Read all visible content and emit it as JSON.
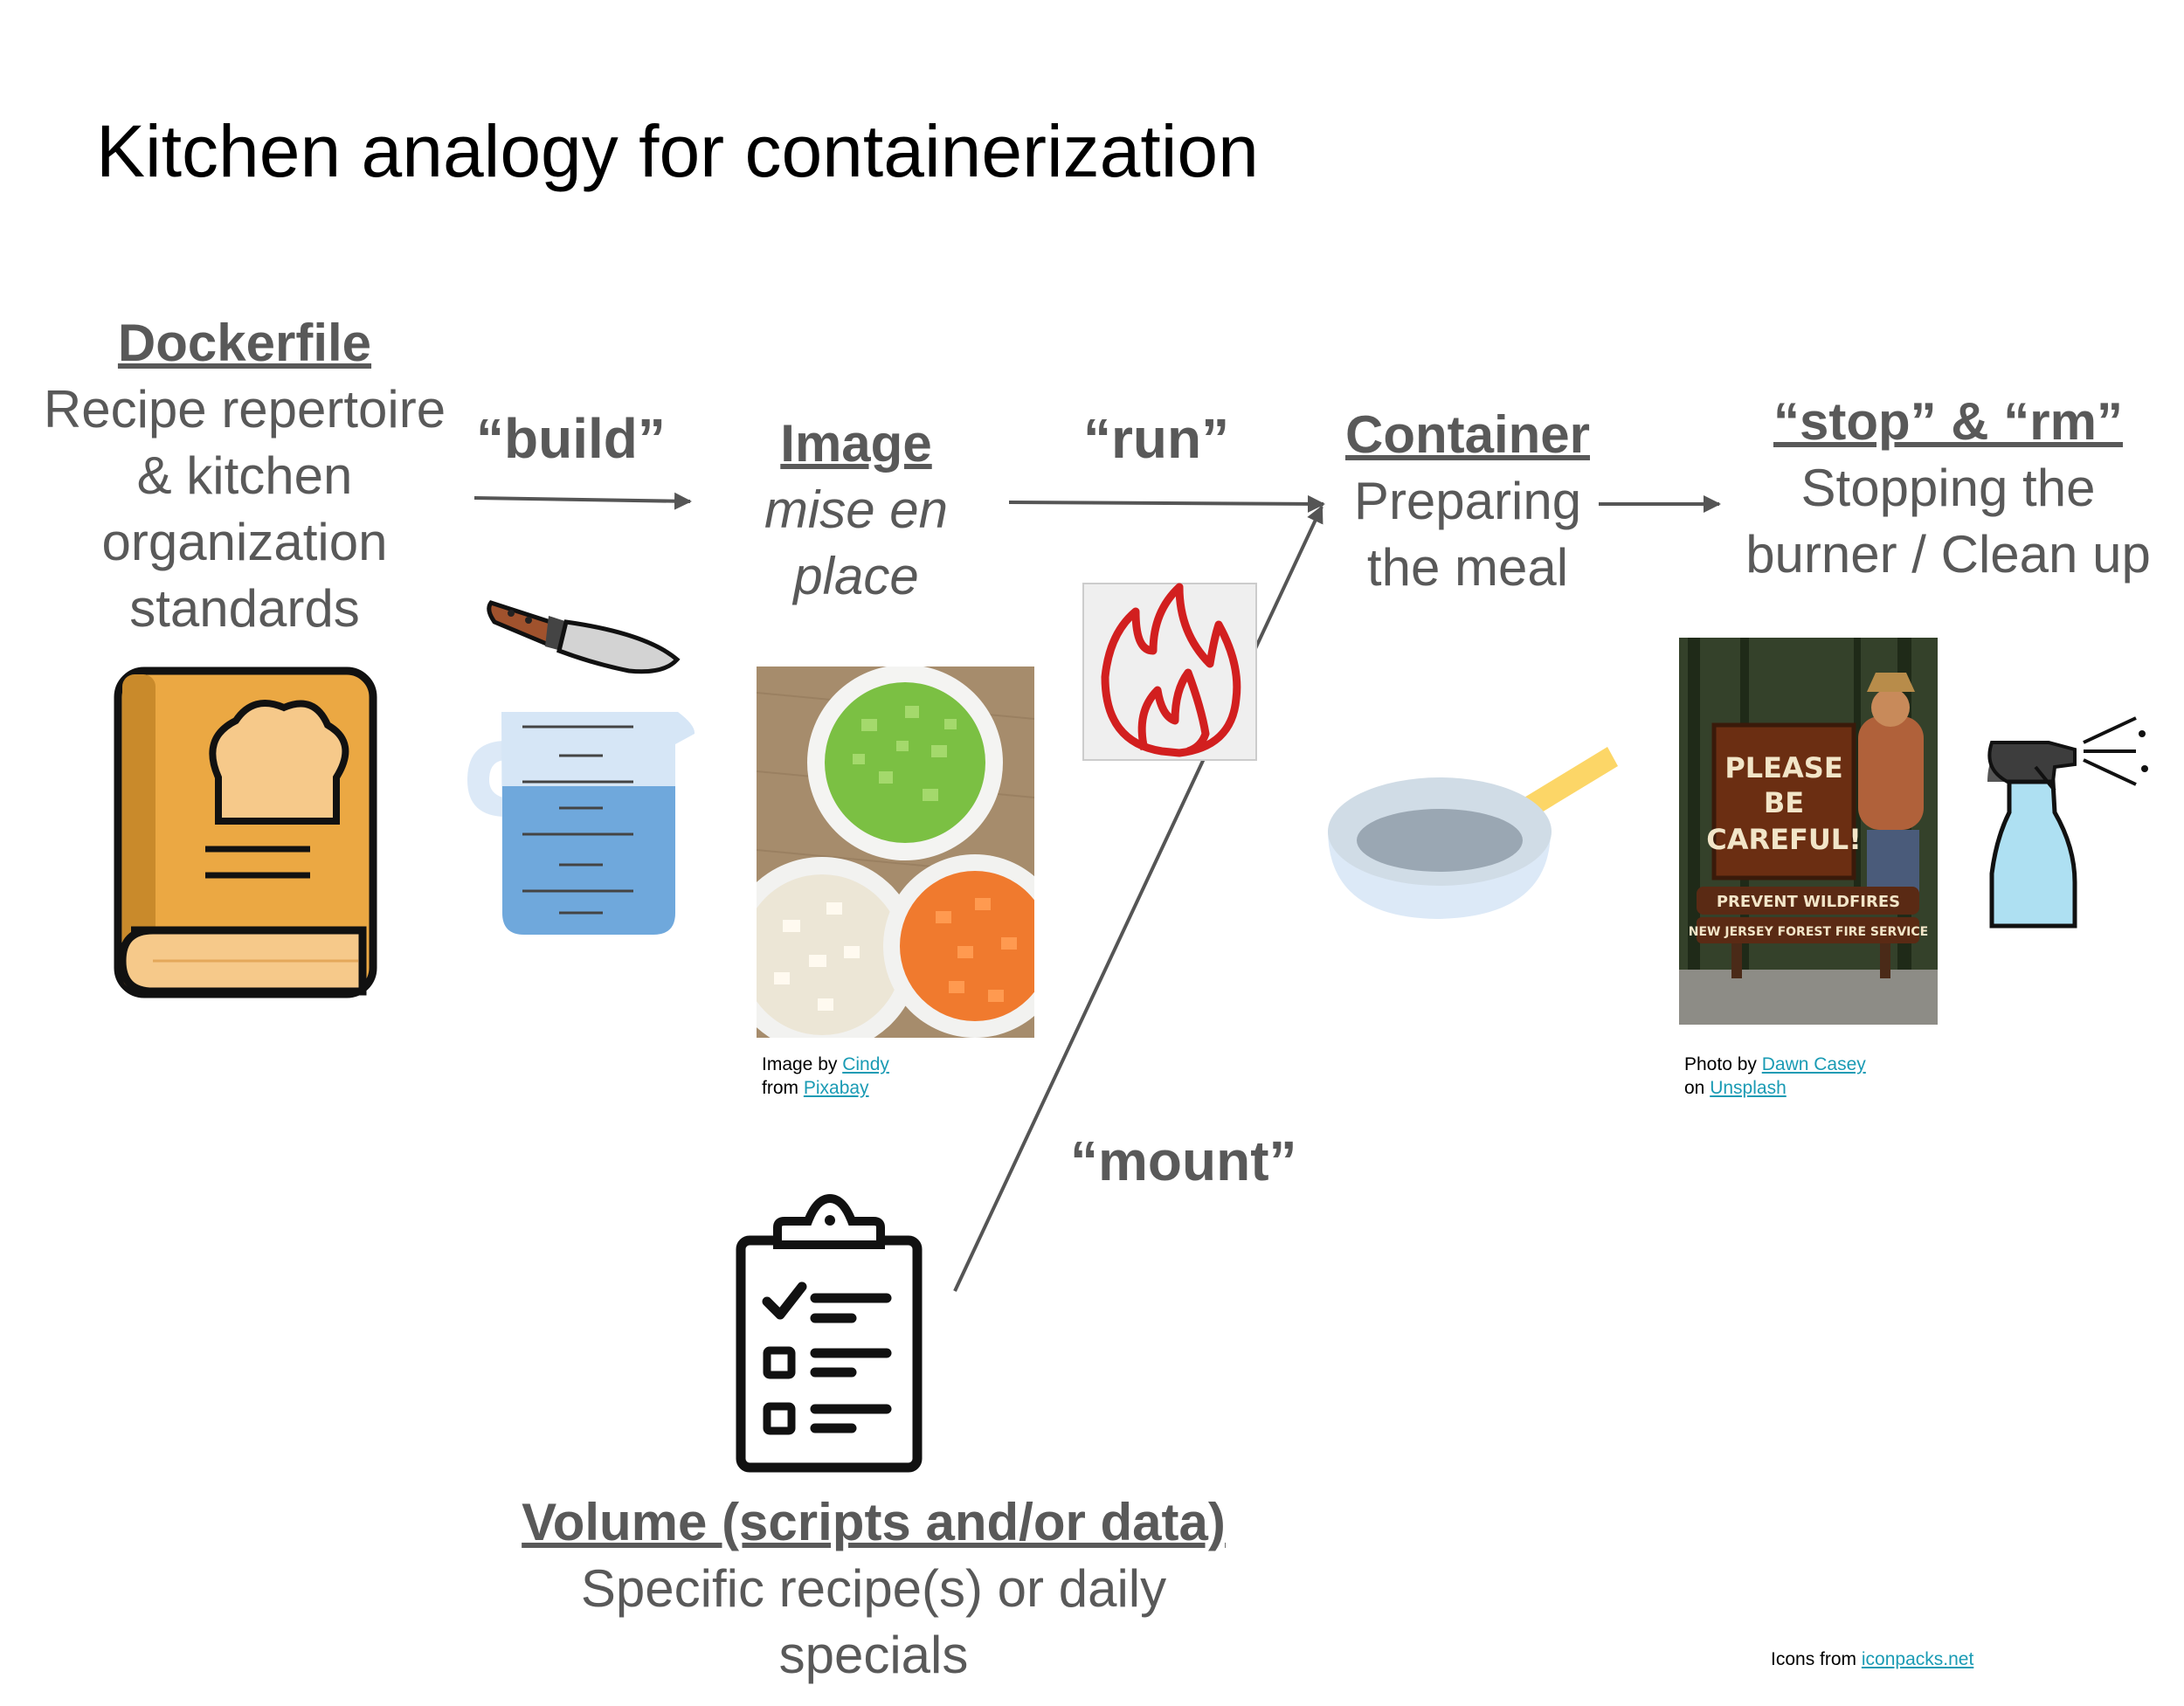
{
  "title": "Kitchen analogy for containerization",
  "nodes": {
    "dockerfile": {
      "heading": "Dockerfile",
      "lines": [
        "Recipe repertoire",
        "& kitchen",
        "organization",
        "standards"
      ]
    },
    "image": {
      "heading": "Image",
      "lines": [
        "mise en",
        "place"
      ]
    },
    "container": {
      "heading": "Container",
      "lines": [
        "Preparing",
        "the meal"
      ]
    },
    "stop": {
      "heading": "“stop” & “rm”",
      "lines": [
        "Stopping the",
        "burner / Clean up"
      ]
    },
    "volume": {
      "heading": "Volume (scripts and/or data)",
      "lines": [
        "Specific recipe(s) or daily",
        "specials"
      ]
    }
  },
  "verbs": {
    "build": "“build”",
    "run": "“run”",
    "mount": "“mount”"
  },
  "credits": {
    "image": {
      "line1_prefix": "Image by ",
      "line1_link": "Cindy",
      "line2_prefix": "from ",
      "line2_link": "Pixabay"
    },
    "photo": {
      "line1_prefix": "Photo by ",
      "line1_link": "Dawn Casey",
      "line2_prefix": "on ",
      "line2_link": "Unsplash"
    }
  },
  "footer": {
    "prefix": "Icons from ",
    "link": "iconpacks.net"
  },
  "sign": {
    "line1": "PLEASE",
    "line2": "BE",
    "line3": "CAREFUL!",
    "line4": "PREVENT WILDFIRES",
    "line5": "NEW JERSEY FOREST FIRE SERVICE"
  },
  "icons": [
    "cookbook-icon",
    "knife-icon",
    "measuring-cup-icon",
    "vegetables-photo",
    "flame-icon",
    "frying-pan-icon",
    "wildfire-sign-photo",
    "spray-bottle-icon",
    "checklist-clipboard-icon"
  ],
  "colors": {
    "text": "#595959",
    "title": "#000000",
    "link": "#1a9bb4",
    "arrow": "#555555",
    "flame": "#d21f1f",
    "book": "#eba843"
  }
}
